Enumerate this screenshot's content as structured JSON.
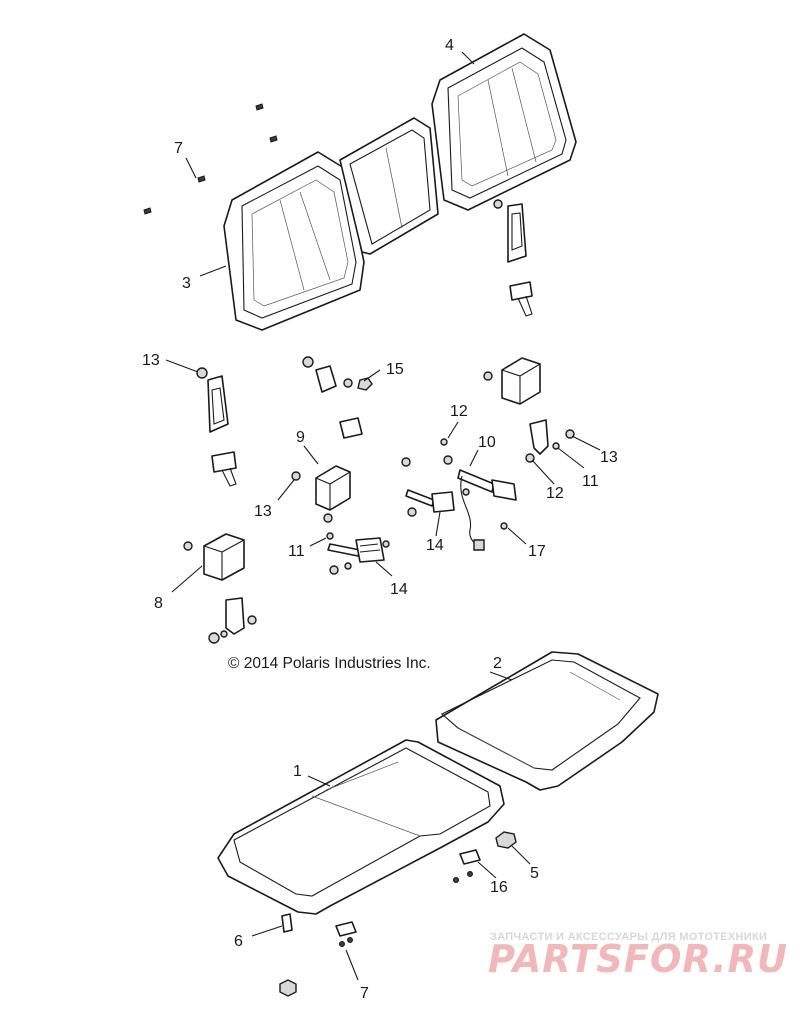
{
  "diagram": {
    "copyright": "© 2014 Polaris Industries Inc.",
    "callouts": [
      "1",
      "2",
      "3",
      "4",
      "5",
      "6",
      "7",
      "7",
      "8",
      "9",
      "10",
      "11",
      "11",
      "12",
      "12",
      "13",
      "13",
      "13",
      "14",
      "14",
      "15",
      "16",
      "17"
    ],
    "watermark": {
      "tagline": "ЗАПЧАСТИ И АКСЕССУАРЫ ДЛЯ МОТОТЕХНИКИ",
      "logo": "PARTSFOR.RU"
    }
  }
}
